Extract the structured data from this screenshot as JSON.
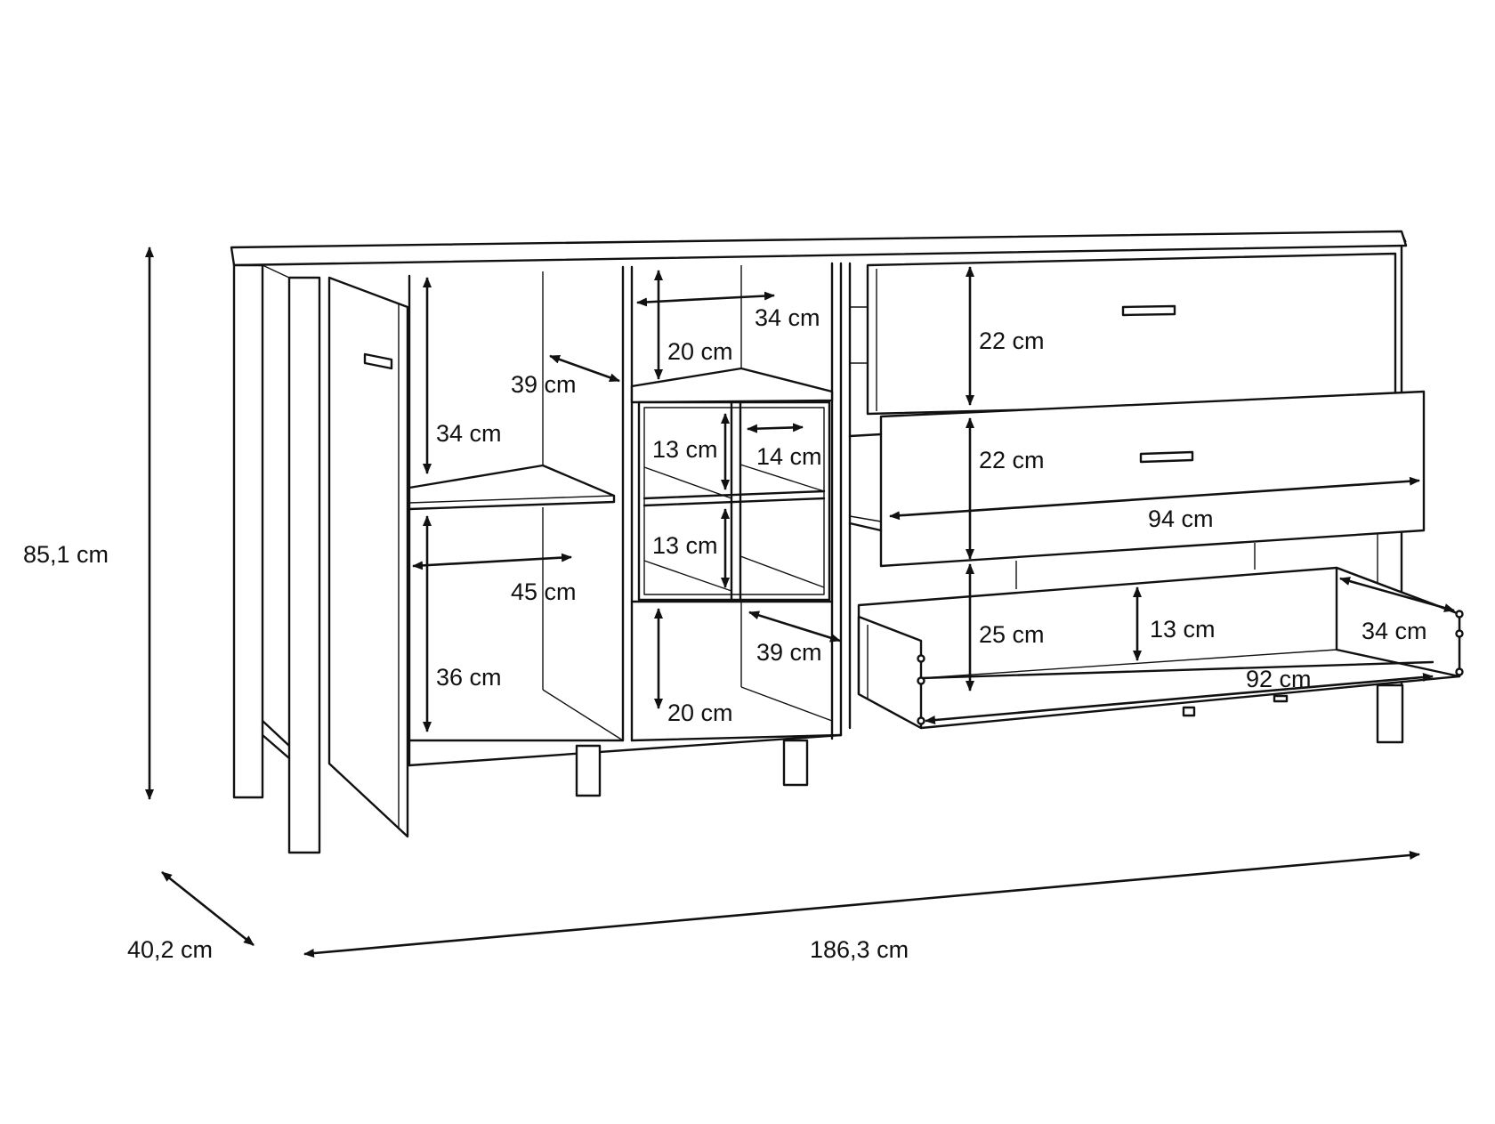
{
  "dimensions": {
    "height_total": "85,1 cm",
    "depth_total": "40,2 cm",
    "width_total": "186,3 cm",
    "left_top_shelf_height": "34 cm",
    "left_bottom_shelf_height": "36 cm",
    "left_depth": "39 cm",
    "left_width": "45 cm",
    "mid_top_width": "34 cm",
    "mid_top_height": "20 cm",
    "cube_upper_height": "13 cm",
    "cube_width": "14 cm",
    "cube_lower_height": "13 cm",
    "mid_bottom_depth": "39 cm",
    "mid_bottom_height": "20 cm",
    "drawer1_height": "22 cm",
    "drawer2_height": "22 cm",
    "drawer_width": "94 cm",
    "drawer3_front_height": "25 cm",
    "drawer3_inner_height": "13 cm",
    "drawer3_depth": "34 cm",
    "drawer3_inner_width": "92 cm"
  }
}
